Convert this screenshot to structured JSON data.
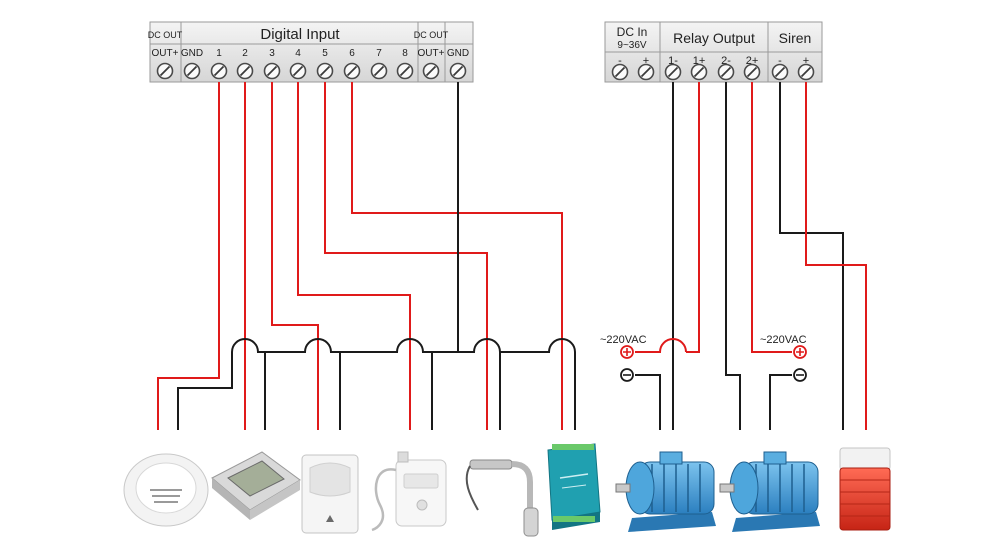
{
  "left_block": {
    "dc_out_left": "DC OUT",
    "digital_input": "Digital Input",
    "dc_out_right": "DC OUT",
    "terminals": [
      "OUT+",
      "GND",
      "1",
      "2",
      "3",
      "4",
      "5",
      "6",
      "7",
      "8",
      "OUT+",
      "GND"
    ]
  },
  "right_block": {
    "dc_in": "DC In",
    "dc_in_range": "9~36V",
    "relay_output": "Relay Output",
    "siren": "Siren",
    "terminals": [
      "-",
      "+",
      "1-",
      "1+",
      "2-",
      "2+",
      "-",
      "+"
    ]
  },
  "ac_labels": [
    "~220VAC",
    "~220VAC"
  ],
  "devices": [
    {
      "name": "smoke-detector"
    },
    {
      "name": "thermostat-panel"
    },
    {
      "name": "pir-motion-sensor"
    },
    {
      "name": "gas-detector"
    },
    {
      "name": "float-level-switch"
    },
    {
      "name": "signal-module"
    },
    {
      "name": "electric-motor-1"
    },
    {
      "name": "electric-motor-2"
    },
    {
      "name": "strobe-siren"
    }
  ],
  "colors": {
    "red_wire": "#e01a1a",
    "black_wire": "#1a1a1a",
    "terminal_block": "#e6e6e6",
    "motor_blue": "#3a9ad9",
    "module_teal": "#20a0b0",
    "siren_red": "#e63a2a"
  }
}
